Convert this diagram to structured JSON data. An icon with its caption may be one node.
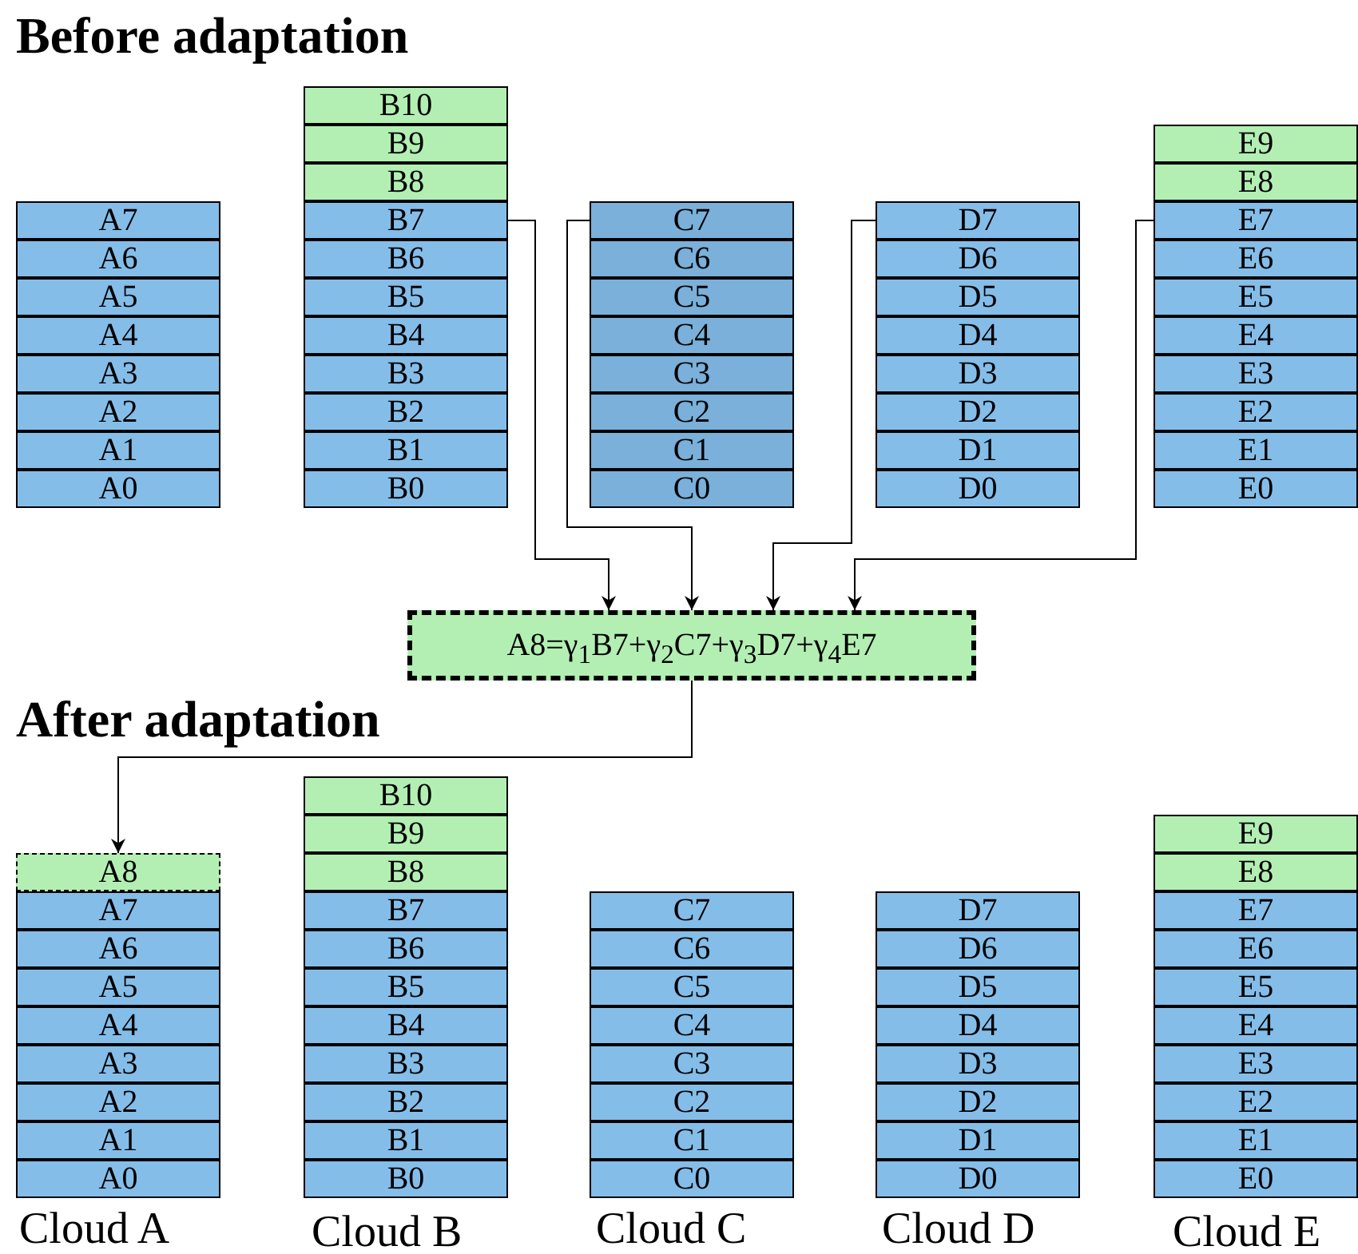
{
  "diagram": {
    "nodes": [
      {
        "text": [
          "A7"
        ]
      },
      {
        "text": [
          "A6"
        ]
      },
      {
        "text": [
          "A5"
        ]
      },
      {
        "text": [
          "A4"
        ]
      },
      {
        "text": [
          "A3"
        ]
      },
      {
        "text": [
          "A2"
        ]
      },
      {
        "text": [
          "A1"
        ]
      },
      {
        "text": [
          "A0"
        ]
      },
      {
        "text": [
          "B10"
        ]
      },
      {
        "text": [
          "B9"
        ]
      },
      {
        "text": [
          "B8"
        ]
      },
      {
        "text": [
          "B7"
        ]
      },
      {
        "text": [
          "B6"
        ]
      },
      {
        "text": [
          "B5"
        ]
      },
      {
        "text": [
          "B4"
        ]
      },
      {
        "text": [
          "B3"
        ]
      },
      {
        "text": [
          "B2"
        ]
      },
      {
        "text": [
          "B1"
        ]
      },
      {
        "text": [
          "B0"
        ]
      },
      {
        "text": [
          "C7"
        ]
      },
      {
        "text": [
          "C6"
        ]
      },
      {
        "text": [
          "C5"
        ]
      },
      {
        "text": [
          "C4"
        ]
      },
      {
        "text": [
          "C3"
        ]
      },
      {
        "text": [
          "C2"
        ]
      },
      {
        "text": [
          "C1"
        ]
      },
      {
        "text": [
          "C0"
        ]
      },
      {
        "text": [
          "D7"
        ]
      },
      {
        "text": [
          "D6"
        ]
      },
      {
        "text": [
          "D5"
        ]
      },
      {
        "text": [
          "D4"
        ]
      },
      {
        "text": [
          "D3"
        ]
      },
      {
        "text": [
          "D2"
        ]
      },
      {
        "text": [
          "D1"
        ]
      },
      {
        "text": [
          "D0"
        ]
      },
      {
        "text": [
          "E9"
        ]
      },
      {
        "text": [
          "E8"
        ]
      },
      {
        "text": [
          "E7"
        ]
      },
      {
        "text": [
          "E6"
        ]
      },
      {
        "text": [
          "E5"
        ]
      },
      {
        "text": [
          "E4"
        ]
      },
      {
        "text": [
          "E3"
        ]
      },
      {
        "text": [
          "E2"
        ]
      },
      {
        "text": [
          "E1"
        ]
      },
      {
        "text": [
          "E0"
        ]
      },
      {
        "text": [
          "A8=γ$_{1}$B7+γ$_{2}$C7+γ$_{3}$D7+γ$_{4}$E7"
        ]
      },
      {
        "text": [
          "A8"
        ]
      },
      {
        "text": [
          "A7"
        ]
      },
      {
        "text": [
          "A6"
        ]
      },
      {
        "text": [
          "A5"
        ]
      },
      {
        "text": [
          "A4"
        ]
      },
      {
        "text": [
          "A3"
        ]
      },
      {
        "text": [
          "A2"
        ]
      },
      {
        "text": [
          "A1"
        ]
      },
      {
        "text": [
          "A0"
        ]
      },
      {
        "text": [
          "B10"
        ]
      },
      {
        "text": [
          "B9"
        ]
      },
      {
        "text": [
          "B8"
        ]
      },
      {
        "text": [
          "B7"
        ]
      },
      {
        "text": [
          "B6"
        ]
      },
      {
        "text": [
          "B5"
        ]
      },
      {
        "text": [
          "B4"
        ]
      },
      {
        "text": [
          "B3"
        ]
      },
      {
        "text": [
          "B2"
        ]
      },
      {
        "text": [
          "B1"
        ]
      },
      {
        "text": [
          "B0"
        ]
      },
      {
        "text": [
          "C7"
        ]
      },
      {
        "text": [
          "C6"
        ]
      },
      {
        "text": [
          "C5"
        ]
      },
      {
        "text": [
          "C4"
        ]
      },
      {
        "text": [
          "C3"
        ]
      },
      {
        "text": [
          "C2"
        ]
      },
      {
        "text": [
          "C1"
        ]
      },
      {
        "text": [
          "C0"
        ]
      },
      {
        "text": [
          "D7"
        ]
      },
      {
        "text": [
          "D6"
        ]
      },
      {
        "text": [
          "D5"
        ]
      },
      {
        "text": [
          "D4"
        ]
      },
      {
        "text": [
          "D3"
        ]
      },
      {
        "text": [
          "D2"
        ]
      },
      {
        "text": [
          "D1"
        ]
      },
      {
        "text": [
          "D0"
        ]
      },
      {
        "text": [
          "E9"
        ]
      },
      {
        "text": [
          "E8"
        ]
      },
      {
        "text": [
          "E7"
        ]
      },
      {
        "text": [
          "E6"
        ]
      },
      {
        "text": [
          "E5"
        ]
      },
      {
        "text": [
          "E4"
        ]
      },
      {
        "text": [
          "E3"
        ]
      },
      {
        "text": [
          "E2"
        ]
      },
      {
        "text": [
          "E1"
        ]
      },
      {
        "text": [
          "E0"
        ]
      }
    ],
    "edges": [
      {
        "from": 11,
        "to": 45,
        "arrow": "to"
      },
      {
        "from": 19,
        "to": 45,
        "arrow": "to"
      },
      {
        "from": 27,
        "to": 45,
        "arrow": "to"
      },
      {
        "from": 37,
        "to": 45,
        "arrow": "to"
      },
      {
        "from": 45,
        "to": 46,
        "arrow": "to"
      }
    ],
    "labels": [
      "Before adaptation",
      "After adaptation",
      "Cloud A",
      "Cloud B",
      "Cloud C",
      "Cloud D",
      "Cloud E"
    ]
  }
}
